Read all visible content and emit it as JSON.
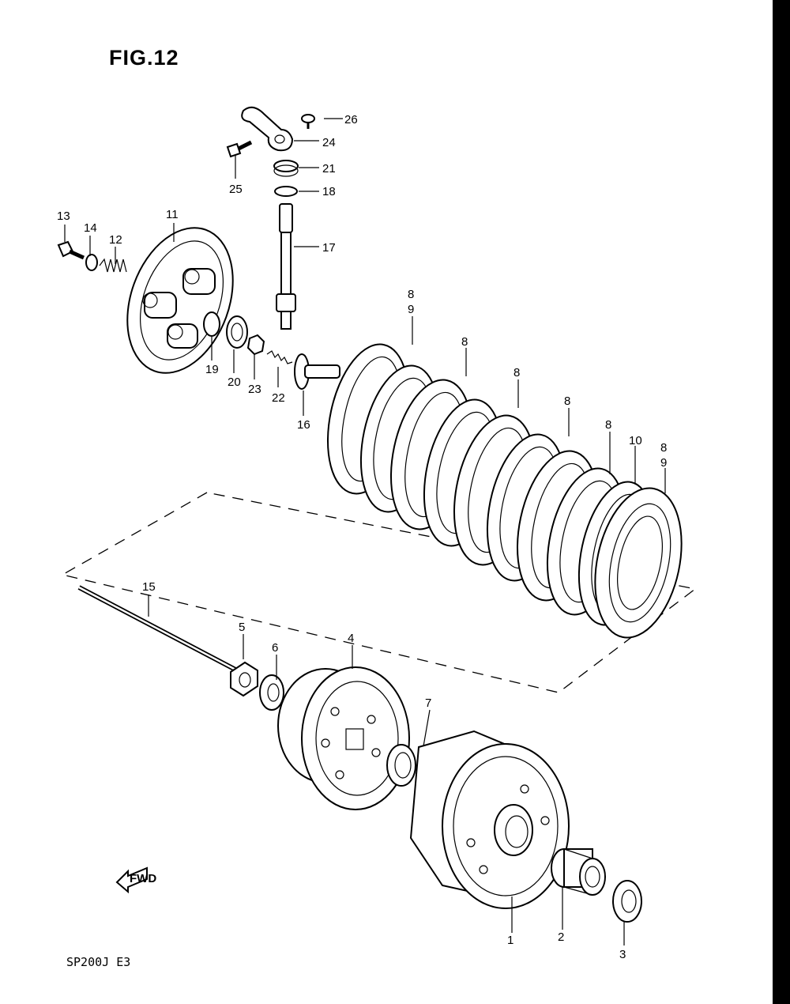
{
  "figure_title": "FIG.12",
  "model_code": "SP200J E3",
  "fwd_label": "FWD",
  "callouts": {
    "c1": "1",
    "c2": "2",
    "c3": "3",
    "c4": "4",
    "c5": "5",
    "c6": "6",
    "c7": "7",
    "c8a": "8",
    "c9a": "9",
    "c8b": "8",
    "c8c": "8",
    "c8d": "8",
    "c8e": "8",
    "c10": "10",
    "c8f": "8",
    "c9f": "9",
    "c11": "11",
    "c12": "12",
    "c13": "13",
    "c14": "14",
    "c15": "15",
    "c16": "16",
    "c17": "17",
    "c18": "18",
    "c19": "19",
    "c20": "20",
    "c21": "21",
    "c22": "22",
    "c23": "23",
    "c24": "24",
    "c25": "25",
    "c26": "26"
  }
}
